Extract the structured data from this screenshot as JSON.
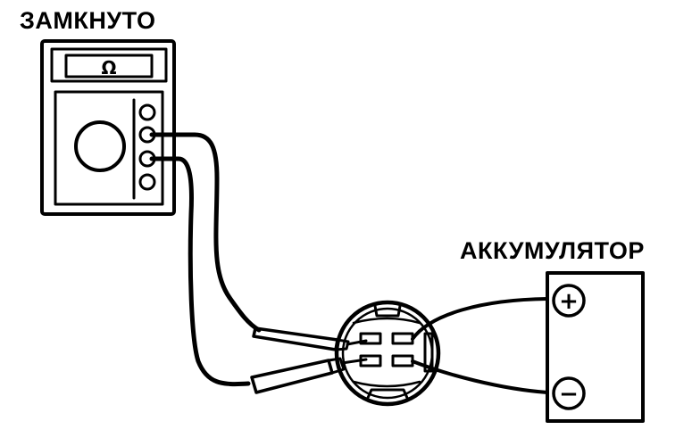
{
  "diagram": {
    "status_label": "ЗАМКНУТО",
    "battery_label": "АККУМУЛЯТОР",
    "meter_mode_symbol": "Ω",
    "battery_plus_symbol": "+",
    "battery_minus_symbol": "−"
  },
  "colors": {
    "ink": "#000000",
    "paper": "#ffffff"
  },
  "icons": [
    "multimeter-icon",
    "connector-icon",
    "battery-icon",
    "test-probe-icon"
  ]
}
